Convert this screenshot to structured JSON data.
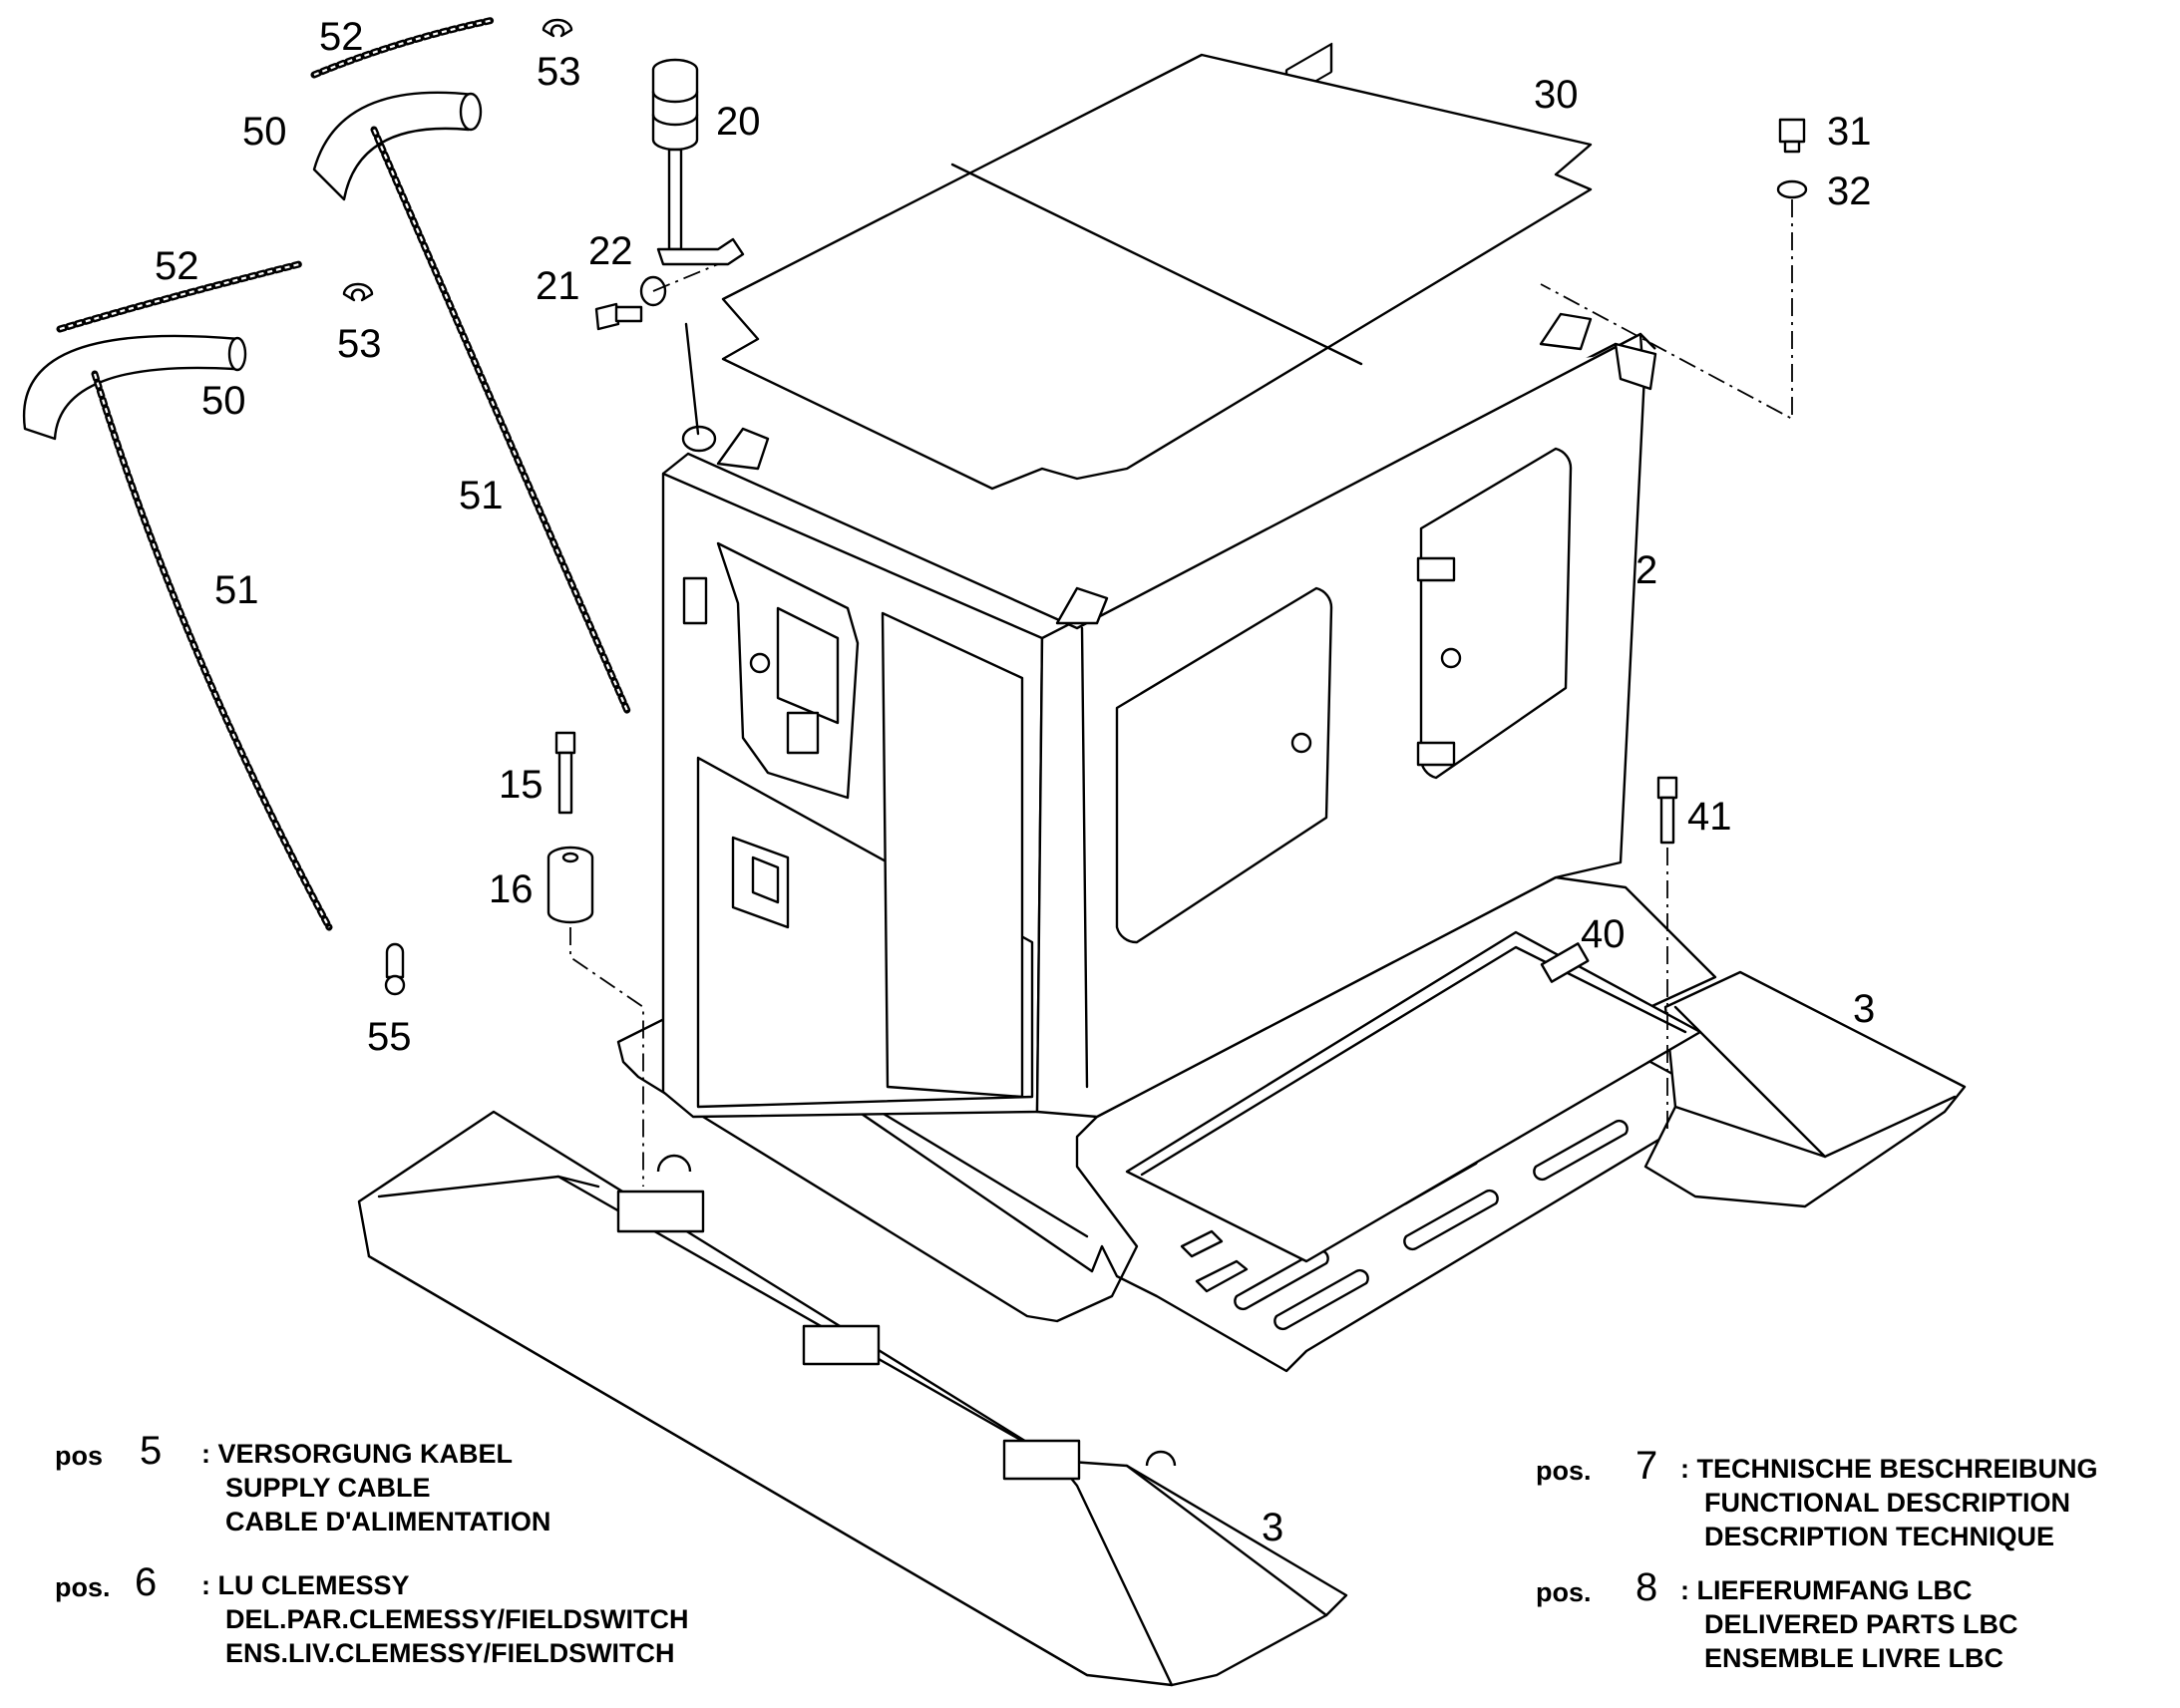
{
  "callouts": {
    "c2": "2",
    "c3a": "3",
    "c3b": "3",
    "c15": "15",
    "c16": "16",
    "c20": "20",
    "c21": "21",
    "c22": "22",
    "c30": "30",
    "c31": "31",
    "c32": "32",
    "c40": "40",
    "c41": "41",
    "c50a": "50",
    "c50b": "50",
    "c51a": "51",
    "c51b": "51",
    "c52a": "52",
    "c52b": "52",
    "c53a": "53",
    "c53b": "53",
    "c55": "55"
  },
  "legend": [
    {
      "prefix": "pos",
      "number": "5",
      "lines": [
        ": VERSORGUNG KABEL",
        "SUPPLY CABLE",
        "CABLE D'ALIMENTATION"
      ]
    },
    {
      "prefix": "pos.",
      "number": "6",
      "lines": [
        ": LU CLEMESSY",
        "DEL.PAR.CLEMESSY/FIELDSWITCH",
        "ENS.LIV.CLEMESSY/FIELDSWITCH"
      ]
    },
    {
      "prefix": "pos.",
      "number": "7",
      "lines": [
        ": TECHNISCHE BESCHREIBUNG",
        "FUNCTIONAL DESCRIPTION",
        "DESCRIPTION TECHNIQUE"
      ]
    },
    {
      "prefix": "pos.",
      "number": "8",
      "lines": [
        ": LIEFERUMFANG LBC",
        "DELIVERED PARTS LBC",
        "ENSEMBLE LIVRE LBC"
      ]
    }
  ]
}
